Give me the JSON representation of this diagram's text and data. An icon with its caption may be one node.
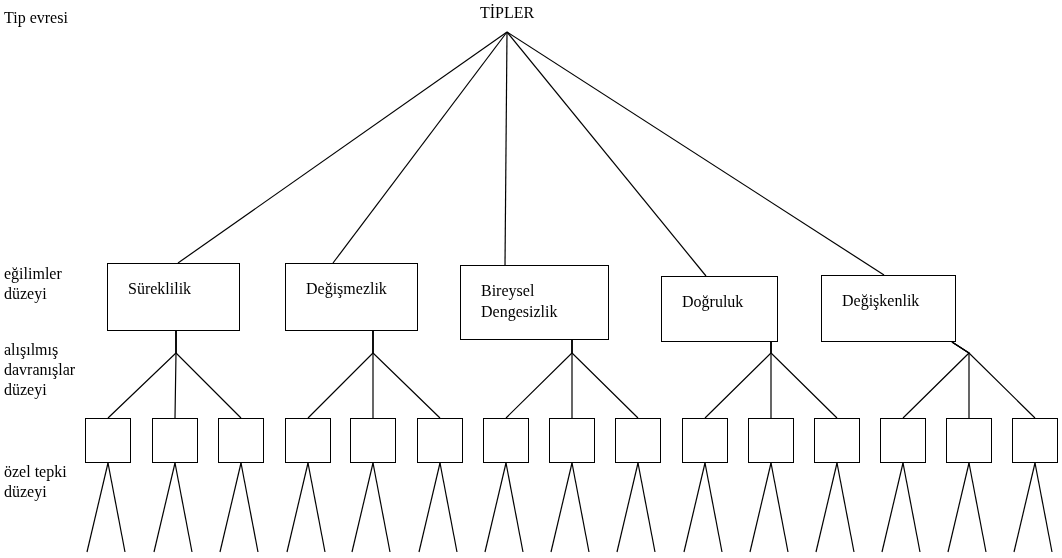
{
  "diagram": {
    "nodes": [
      {
        "text": [
          "TİPLER"
        ]
      },
      {
        "text": [
          "Süreklilik"
        ]
      },
      {
        "text": [
          "Değişmezlik"
        ]
      },
      {
        "text": [
          "Bireysel Dengesizlik"
        ]
      },
      {
        "text": [
          "Doğruluk"
        ]
      },
      {
        "text": [
          "Değişkenlik"
        ]
      },
      {
        "text": [],
        "shape": "box"
      },
      {
        "text": [],
        "shape": "box"
      },
      {
        "text": [],
        "shape": "box"
      },
      {
        "text": [],
        "shape": "box"
      },
      {
        "text": [],
        "shape": "box"
      },
      {
        "text": [],
        "shape": "box"
      },
      {
        "text": [],
        "shape": "box"
      },
      {
        "text": [],
        "shape": "box"
      },
      {
        "text": [],
        "shape": "box"
      },
      {
        "text": [],
        "shape": "box"
      },
      {
        "text": [],
        "shape": "box"
      },
      {
        "text": [],
        "shape": "box"
      },
      {
        "text": [],
        "shape": "box"
      },
      {
        "text": [],
        "shape": "box"
      },
      {
        "text": [],
        "shape": "box"
      }
    ],
    "edges": [
      {
        "from": 0,
        "to": 1,
        "arrow": "none"
      },
      {
        "from": 0,
        "to": 2,
        "arrow": "none"
      },
      {
        "from": 0,
        "to": 3,
        "arrow": "none"
      },
      {
        "from": 0,
        "to": 4,
        "arrow": "none"
      },
      {
        "from": 0,
        "to": 5,
        "arrow": "none"
      },
      {
        "from": 1,
        "to": 6,
        "arrow": "none"
      },
      {
        "from": 1,
        "to": 7,
        "arrow": "none"
      },
      {
        "from": 1,
        "to": 8,
        "arrow": "none"
      },
      {
        "from": 2,
        "to": 9,
        "arrow": "none"
      },
      {
        "from": 2,
        "to": 10,
        "arrow": "none"
      },
      {
        "from": 2,
        "to": 11,
        "arrow": "none"
      },
      {
        "from": 3,
        "to": 12,
        "arrow": "none"
      },
      {
        "from": 3,
        "to": 13,
        "arrow": "none"
      },
      {
        "from": 3,
        "to": 14,
        "arrow": "none"
      },
      {
        "from": 4,
        "to": 15,
        "arrow": "none"
      },
      {
        "from": 4,
        "to": 16,
        "arrow": "none"
      },
      {
        "from": 4,
        "to": 17,
        "arrow": "none"
      },
      {
        "from": 5,
        "to": 18,
        "arrow": "none"
      },
      {
        "from": 5,
        "to": 19,
        "arrow": "none"
      },
      {
        "from": 5,
        "to": 20,
        "arrow": "none"
      },
      {
        "from": 6,
        "to": null,
        "arrow": "none"
      },
      {
        "from": 6,
        "to": null,
        "arrow": "none"
      },
      {
        "from": 7,
        "to": null,
        "arrow": "none"
      },
      {
        "from": 7,
        "to": null,
        "arrow": "none"
      },
      {
        "from": 8,
        "to": null,
        "arrow": "none"
      },
      {
        "from": 8,
        "to": null,
        "arrow": "none"
      },
      {
        "from": 9,
        "to": null,
        "arrow": "none"
      },
      {
        "from": 9,
        "to": null,
        "arrow": "none"
      },
      {
        "from": 10,
        "to": null,
        "arrow": "none"
      },
      {
        "from": 10,
        "to": null,
        "arrow": "none"
      },
      {
        "from": 11,
        "to": null,
        "arrow": "none"
      },
      {
        "from": 11,
        "to": null,
        "arrow": "none"
      },
      {
        "from": 12,
        "to": null,
        "arrow": "none"
      },
      {
        "from": 12,
        "to": null,
        "arrow": "none"
      },
      {
        "from": 13,
        "to": null,
        "arrow": "none"
      },
      {
        "from": 13,
        "to": null,
        "arrow": "none"
      },
      {
        "from": 14,
        "to": null,
        "arrow": "none"
      },
      {
        "from": 14,
        "to": null,
        "arrow": "none"
      },
      {
        "from": 15,
        "to": null,
        "arrow": "none"
      },
      {
        "from": 15,
        "to": null,
        "arrow": "none"
      },
      {
        "from": 16,
        "to": null,
        "arrow": "none"
      },
      {
        "from": 16,
        "to": null,
        "arrow": "none"
      },
      {
        "from": 17,
        "to": null,
        "arrow": "none"
      },
      {
        "from": 17,
        "to": null,
        "arrow": "none"
      },
      {
        "from": 18,
        "to": null,
        "arrow": "none"
      },
      {
        "from": 18,
        "to": null,
        "arrow": "none"
      },
      {
        "from": 19,
        "to": null,
        "arrow": "none"
      },
      {
        "from": 19,
        "to": null,
        "arrow": "none"
      },
      {
        "from": 20,
        "to": null,
        "arrow": "none"
      },
      {
        "from": 20,
        "to": null,
        "arrow": "none"
      }
    ],
    "labels": [
      "Tip evresi",
      "eğilimler düzeyi",
      "alışılmış davranışlar düzeyi",
      "özel tepki düzeyi"
    ]
  }
}
